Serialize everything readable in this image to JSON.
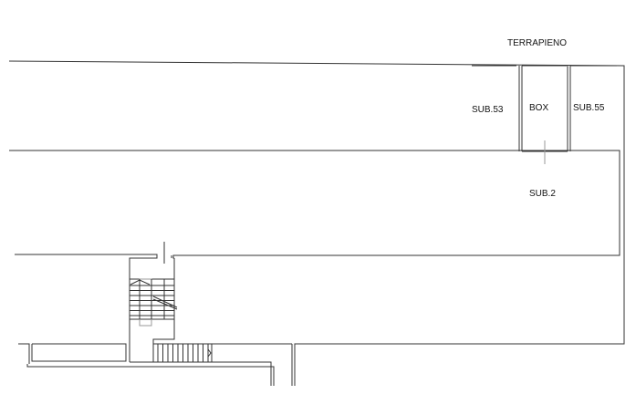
{
  "labels": {
    "terrapieno": "TERRAPIENO",
    "sub53": "SUB.53",
    "box": "BOX",
    "sub55": "SUB.55",
    "sub2": "SUB.2"
  }
}
